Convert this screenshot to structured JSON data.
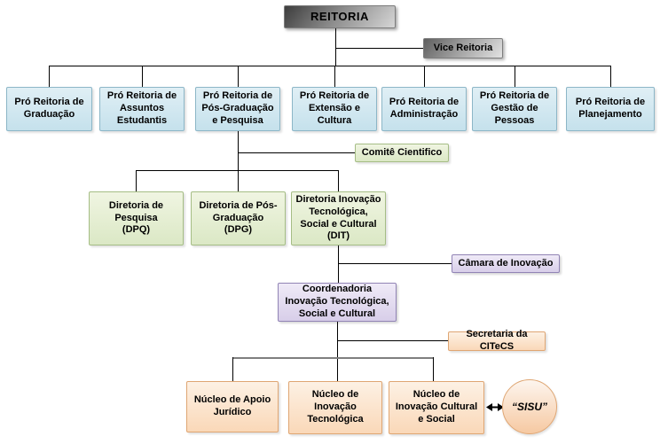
{
  "org": {
    "root": "REITORIA",
    "vice": "Vice Reitoria",
    "level1": [
      "Pró Reitoria de\nGraduação",
      "Pró Reitoria de\nAssuntos\nEstudantis",
      "Pró Reitoria de\nPós-Graduação\ne Pesquisa",
      "Pró Reitoria de\nExtensão e\nCultura",
      "Pró Reitoria de\nAdministração",
      "Pró Reitoria de\nGestão de\nPessoas",
      "Pró Reitoria de\nPlanejamento"
    ],
    "comite": "Comitê Cientifico",
    "level2": [
      "Diretoria de\nPesquisa\n(DPQ)",
      "Diretoria de Pós-\nGraduação\n(DPG)",
      "Diretoria Inovação\nTecnológica,\nSocial e Cultural\n(DIT)"
    ],
    "camara": "Câmara de Inovação",
    "coordenadoria": "Coordenadoria\nInovação Tecnológica,\nSocial e Cultural",
    "secretaria": "Secretaria da CITeCS",
    "level3": [
      "Núcleo de Apoio\nJurídico",
      "Núcleo de\nInovação\nTecnológica",
      "Núcleo de\nInovação Cultural\ne Social"
    ],
    "sisu": "“SISU”"
  },
  "palette": {
    "gray_dark": "#3d3d3d",
    "gray_mid": "#8c8c8c",
    "gray_light": "#d6d6d6",
    "gray_border": "#7d7d7d",
    "vice_dark": "#5f5f5f",
    "vice_mid": "#a3a3a3",
    "vice_light": "#e3e3e3",
    "blue_fill_top": "#e0eff5",
    "blue_fill_bottom": "#c5e1ec",
    "blue_border": "#8cb6c7",
    "green_fill_top": "#f0f5e2",
    "green_fill_bottom": "#dbe8c5",
    "green_border": "#a5bd85",
    "purple_fill_top": "#efeaf7",
    "purple_fill_bottom": "#d8cee9",
    "purple_border": "#9184b5",
    "orange_fill_top": "#fdf1e4",
    "orange_fill_bottom": "#fad8b8",
    "orange_border": "#dfa673",
    "circle_fill_top": "#fdf5ee",
    "circle_fill_bottom": "#f6c9a2",
    "line_color": "#000000",
    "bus_color": "#7f7f7f"
  }
}
